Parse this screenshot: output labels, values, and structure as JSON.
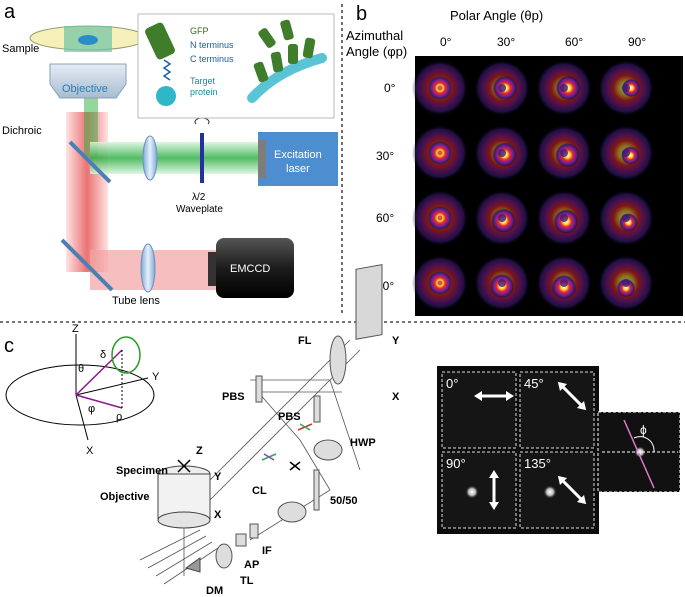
{
  "panel_a": {
    "letter": "a",
    "labels": {
      "sample": "Sample",
      "objective": "Objective",
      "dichroic": "Dichroic",
      "excitation_line1": "Excitation",
      "excitation_line2": "laser",
      "waveplate_symbol": "λ/2",
      "waveplate": "Waveplate",
      "emccd": "EMCCD",
      "tube_lens": "Tube lens"
    },
    "inset": {
      "gfp": "GFP",
      "n_terminus": "N terminus",
      "c_terminus": "C terminus",
      "target_line1": "Target",
      "target_line2": "protein"
    }
  },
  "panel_b": {
    "letter": "b",
    "polar_title": "Polar Angle (θp)",
    "azimuthal_line1": "Azimuthal",
    "azimuthal_line2": "Angle (φp)",
    "col_headers": [
      "0°",
      "30°",
      "60°",
      "90°"
    ],
    "row_headers": [
      "0°",
      "30°",
      "60°",
      "90°"
    ],
    "colors": {
      "background": "#000000",
      "hot": "#ffe24a",
      "mid": "#e2242d",
      "cool": "#6a2fbf"
    }
  },
  "panel_c": {
    "letter": "c",
    "axes": {
      "z": "Z",
      "y": "Y",
      "x": "X",
      "theta": "θ",
      "delta": "δ",
      "phi": "φ",
      "rho": "ρ"
    },
    "optics": {
      "fl": "FL",
      "y": "Y",
      "x": "X",
      "pbs1": "PBS",
      "pbs2": "PBS",
      "hwp": "HWP",
      "cl": "CL",
      "splitter": "50/50",
      "specimen": "Specimen",
      "spec_z": "Z",
      "spec_y": "Y",
      "spec_x": "X",
      "objective": "Objective",
      "if": "IF",
      "ap": "AP",
      "tl": "TL",
      "dm": "DM"
    },
    "micro_labels": [
      "0°",
      "45°",
      "90°",
      "135°"
    ],
    "phi_label": "ϕ"
  }
}
